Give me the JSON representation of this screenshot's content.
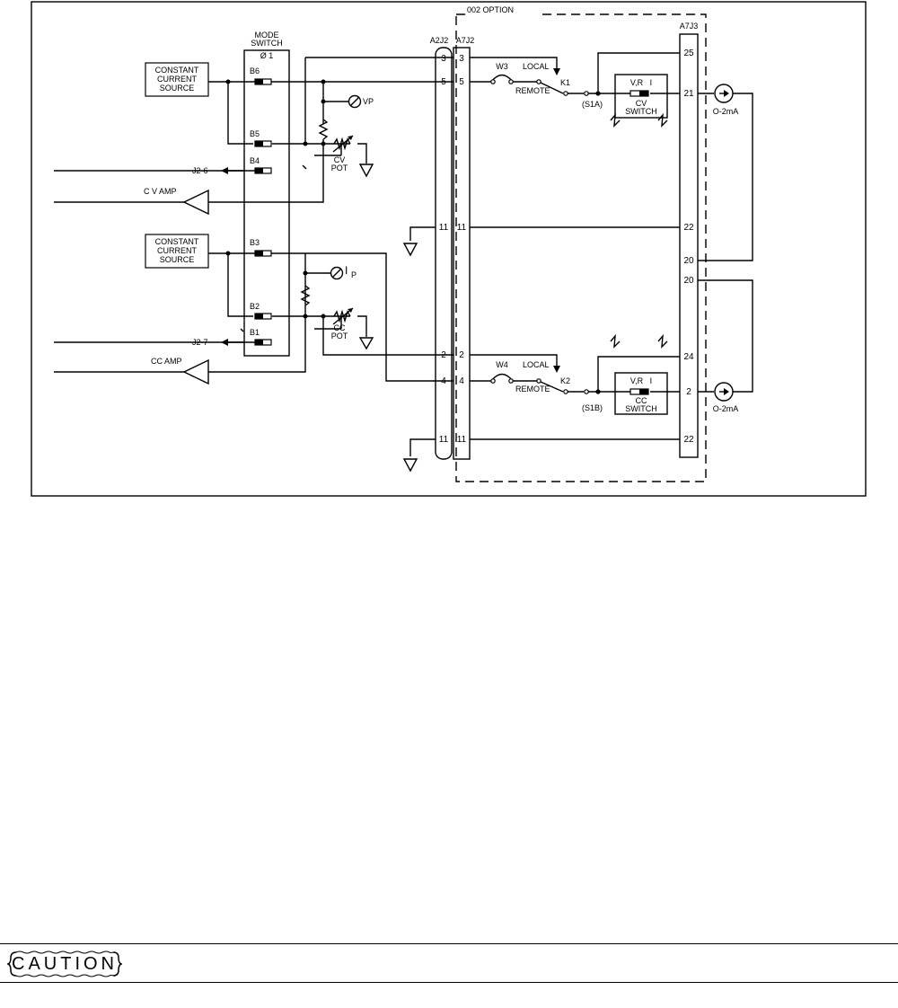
{
  "diagram": {
    "modules": {
      "ccs_cv": [
        "CONSTANT",
        "CURRENT",
        "SOURCE"
      ],
      "ccs_cc": [
        "CONSTANT",
        "CURRENT",
        "SOURCE"
      ],
      "mode_switch": [
        "MODE",
        "SWITCH"
      ],
      "mode_positions": "Ø   1",
      "option_title": "002 OPTION",
      "a2j2": "A2J2",
      "a7j2": "A7J2",
      "a7j3": "A7J3"
    },
    "amps": {
      "cv": "C V  AMP",
      "cc": "CC AMP"
    },
    "switch_contacts": [
      "B6",
      "B5",
      "B4",
      "B3",
      "B2",
      "B1"
    ],
    "outputs": {
      "cv": "J2-6",
      "cc": "J2-7"
    },
    "pots": {
      "cv": [
        "CV",
        "POT"
      ],
      "cc": [
        "CC",
        "POT"
      ]
    },
    "test_points": {
      "vp": "VP",
      "ip_letter": "I",
      "ip_sub": "P"
    },
    "connector_pins": {
      "left": [
        "3",
        "5",
        "11",
        "2",
        "4",
        "11"
      ],
      "right": [
        "3",
        "5",
        "11",
        "2",
        "4",
        "11"
      ]
    },
    "relays": {
      "k1": {
        "fuse": "W3",
        "local": "LOCAL",
        "remote": "REMOTE",
        "name": "K1"
      },
      "k2": {
        "fuse": "W4",
        "local": "LOCAL",
        "remote": "REMOTE",
        "name": "K2"
      }
    },
    "front_switches": {
      "cv": {
        "section": "(S1A)",
        "modes": "V,R   I",
        "name": [
          "CV",
          "SWITCH"
        ]
      },
      "cc": {
        "section": "(S1B)",
        "modes": "V,R   I",
        "name": [
          "CC",
          "SWITCH"
        ]
      }
    },
    "a7j3_pins": [
      "25",
      "21",
      "22",
      "20",
      "20",
      "24",
      "2",
      "22"
    ],
    "meters": {
      "top": "O-2mA",
      "bottom": "O-2mA"
    }
  },
  "caution": {
    "label": "CAUTION"
  }
}
